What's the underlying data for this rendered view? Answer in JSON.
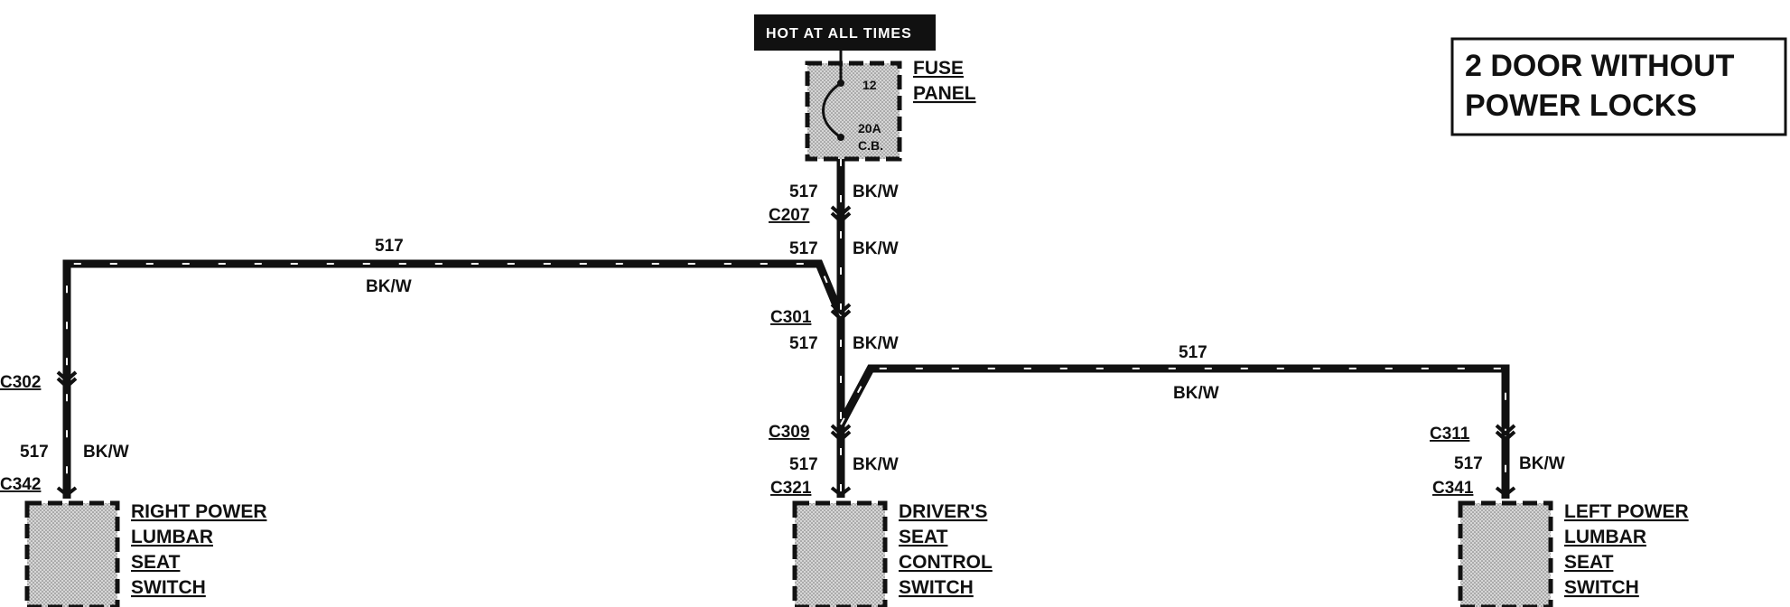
{
  "title": {
    "line1": "2 DOOR WITHOUT",
    "line2": "POWER LOCKS"
  },
  "power_source": "HOT AT ALL TIMES",
  "fuse_panel": {
    "label_line1": "FUSE",
    "label_line2": "PANEL",
    "fuse_number": "12",
    "rating_line1": "20A",
    "rating_line2": "C.B."
  },
  "wire": {
    "circuit": "517",
    "color": "BK/W"
  },
  "connectors": {
    "c207": "C207",
    "c301": "C301",
    "c302": "C302",
    "c309": "C309",
    "c311": "C311",
    "c321": "C321",
    "c341": "C341",
    "c342": "C342"
  },
  "components": {
    "right": [
      "RIGHT POWER",
      "LUMBAR",
      "SEAT",
      "SWITCH"
    ],
    "driver": [
      "DRIVER'S",
      "SEAT",
      "CONTROL",
      "SWITCH"
    ],
    "left": [
      "LEFT POWER",
      "LUMBAR",
      "SEAT",
      "SWITCH"
    ]
  }
}
